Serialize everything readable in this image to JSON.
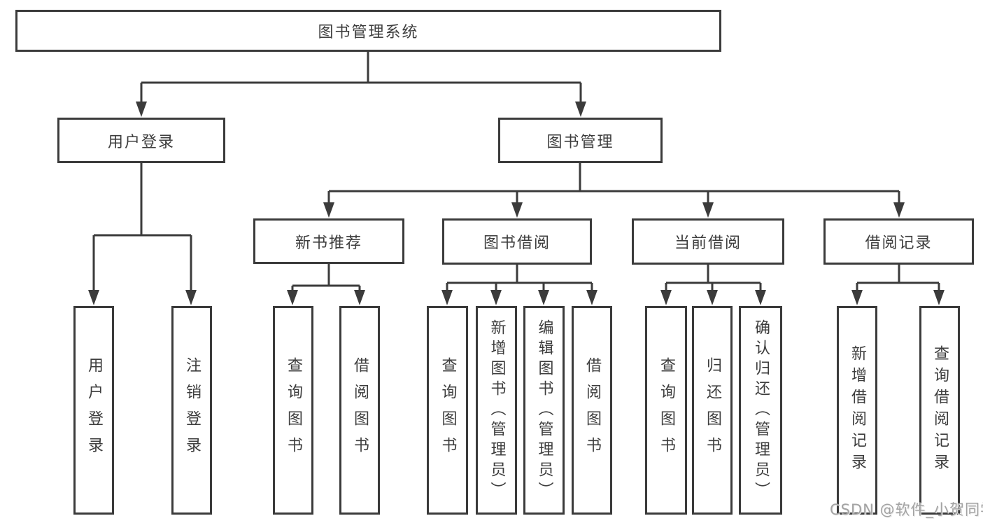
{
  "diagram": {
    "root": {
      "label": "图书管理系统"
    },
    "branches": [
      {
        "label": "用户登录",
        "children": [
          {
            "label": "用户登录"
          },
          {
            "label": "注销登录"
          }
        ]
      },
      {
        "label": "图书管理",
        "children": [
          {
            "label": "新书推荐",
            "children": [
              {
                "label": "查询图书"
              },
              {
                "label": "借阅图书"
              }
            ]
          },
          {
            "label": "图书借阅",
            "children": [
              {
                "label": "查询图书"
              },
              {
                "label": "新增图书（管理员）"
              },
              {
                "label": "编辑图书（管理员）"
              },
              {
                "label": "借阅图书"
              }
            ]
          },
          {
            "label": "当前借阅",
            "children": [
              {
                "label": "查询图书"
              },
              {
                "label": "归还图书"
              },
              {
                "label": "确认归还（管理员）"
              }
            ]
          },
          {
            "label": "借阅记录",
            "children": [
              {
                "label": "新增借阅记录"
              },
              {
                "label": "查询借阅记录"
              }
            ]
          }
        ]
      }
    ]
  },
  "watermark": {
    "text": "CSDN @软件_小贺同学"
  },
  "colors": {
    "line": "#3b3b3b",
    "box_border": "#3b3b3b",
    "text": "#3d3d3d",
    "watermark_text": "#a3a3a3",
    "background": "#ffffff"
  }
}
